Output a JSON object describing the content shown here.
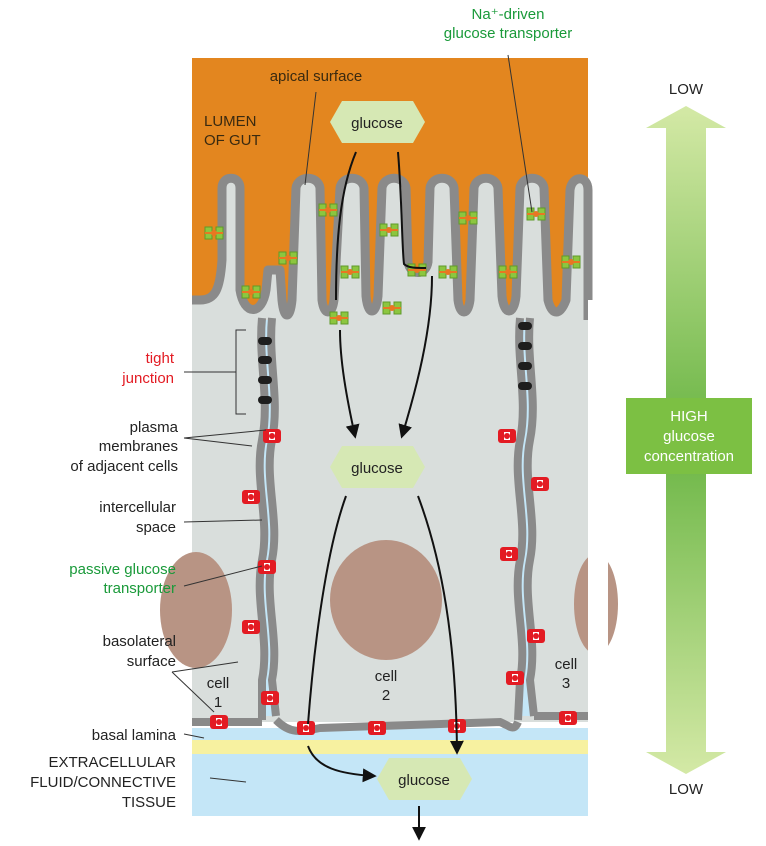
{
  "labels": {
    "na_transporter_line1": "Na⁺-driven",
    "na_transporter_line2": "glucose transporter",
    "apical_surface": "apical surface",
    "lumen_line1": "LUMEN",
    "lumen_line2": "OF GUT",
    "tight_junction_line1": "tight",
    "tight_junction_line2": "junction",
    "plasma_line1": "plasma",
    "plasma_line2": "membranes",
    "plasma_line3": "of adjacent cells",
    "intercellular_line1": "intercellular",
    "intercellular_line2": "space",
    "passive_line1": "passive glucose",
    "passive_line2": "transporter",
    "basolateral_line1": "basolateral",
    "basolateral_line2": "surface",
    "basal_lamina": "basal lamina",
    "extracellular_line1": "EXTRACELLULAR",
    "extracellular_line2": "FLUID/CONNECTIVE",
    "extracellular_line3": "TISSUE",
    "cell1_line1": "cell",
    "cell1_line2": "1",
    "cell2_line1": "cell",
    "cell2_line2": "2",
    "cell3_line1": "cell",
    "cell3_line2": "3",
    "glucose_top": "glucose",
    "glucose_middle": "glucose",
    "glucose_bottom": "glucose"
  },
  "gradient_scale": {
    "top_label": "LOW",
    "bottom_label": "LOW",
    "middle_line1": "HIGH",
    "middle_line2": "glucose",
    "middle_line3": "concentration"
  },
  "colors": {
    "lumen": "#e3861f",
    "cytoplasm": "#d9dedc",
    "membrane": "#8a8a8a",
    "nucleus": "#b89484",
    "basal_lamina": "#f7f1a0",
    "extracellular": "#c4e6f7",
    "glucose_hex": "#d6e8b4",
    "na_transporter": "#8cc63f",
    "na_transporter_core": "#e87722",
    "passive_transporter": "#e31b23",
    "tight_junction": "#1e1e1e",
    "arrow_light": "#d4e9a6",
    "arrow_dark": "#6ab544",
    "high_box": "#7cc043",
    "label_red": "#e31b23",
    "label_green": "#1a9a3a"
  }
}
